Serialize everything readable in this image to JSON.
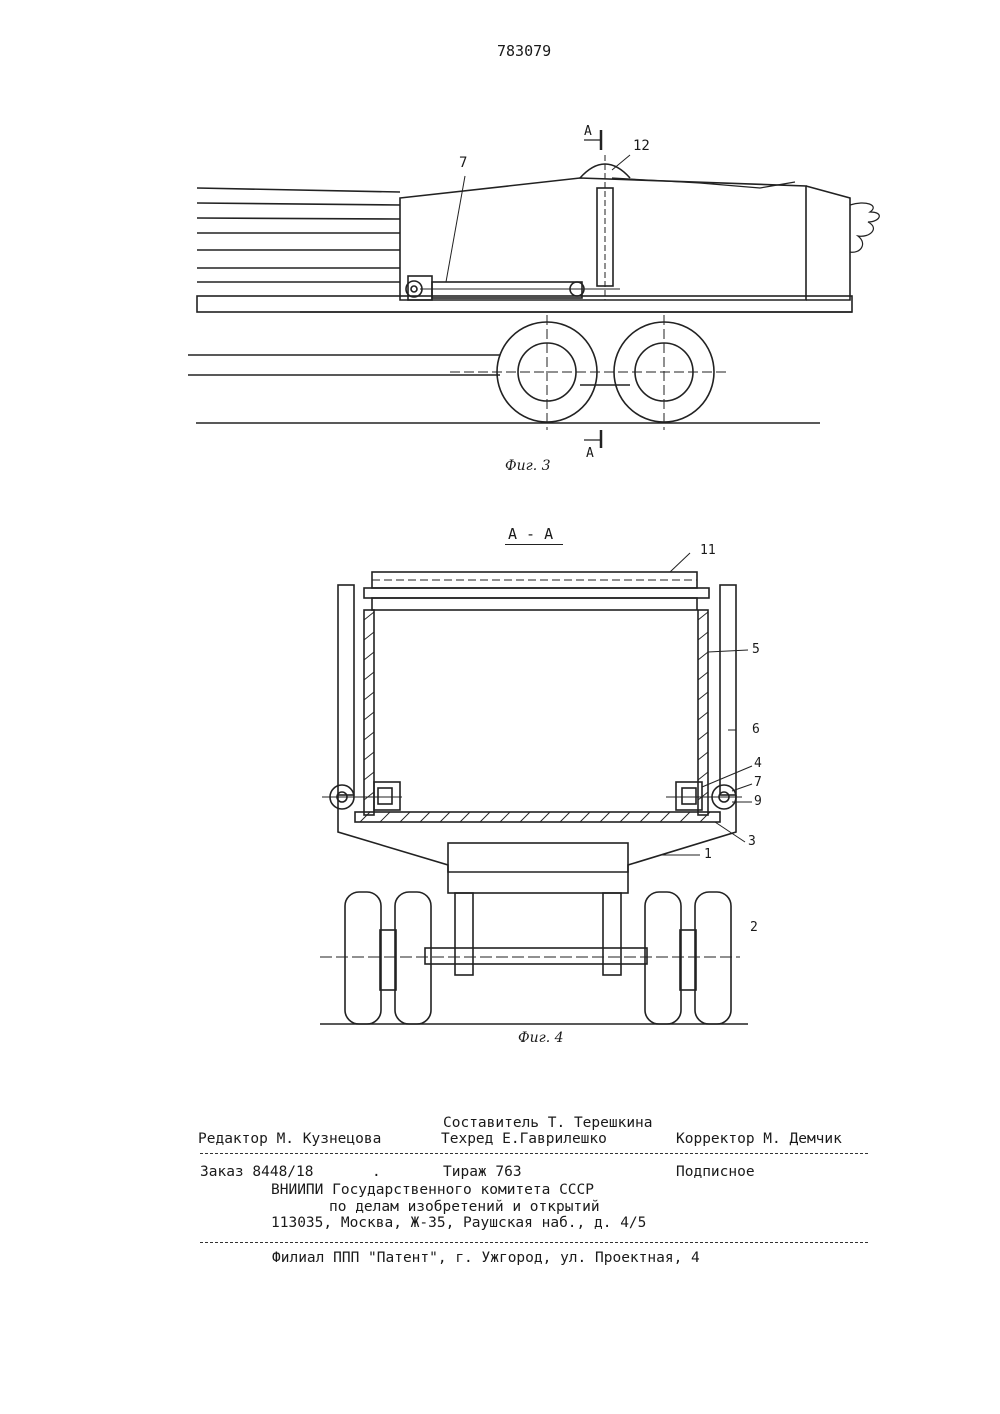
{
  "page_number": "783079",
  "fig3": {
    "caption": "Фиг. 3",
    "section_mark_top": "А",
    "section_mark_bottom": "А",
    "labels": {
      "l7": "7",
      "l12": "12"
    }
  },
  "fig4": {
    "title": "А - А",
    "caption": "Фиг. 4",
    "labels": {
      "l11": "11",
      "l5": "5",
      "l6": "6",
      "l4": "4",
      "l7": "7",
      "l9": "9",
      "l3": "3",
      "l1": "1",
      "l2": "2"
    }
  },
  "footer": {
    "compiler": "Составитель Т. Терешкина",
    "editor": "Редактор М. Кузнецова",
    "techred": "Техред Е.Гаврилешко",
    "corrector": "Корректор М. Демчик",
    "order": "Заказ 8448/18",
    "dot": ".",
    "circulation": "Тираж 763",
    "subscription": "Подписное",
    "org1": "ВНИИПИ Государственного комитета СССР",
    "org2": "по делам изобретений и открытий",
    "address": "113035, Москва, Ж-35, Раушская наб., д. 4/5",
    "branch": "Филиал ППП \"Патент\", г. Ужгород, ул. Проектная, 4"
  }
}
